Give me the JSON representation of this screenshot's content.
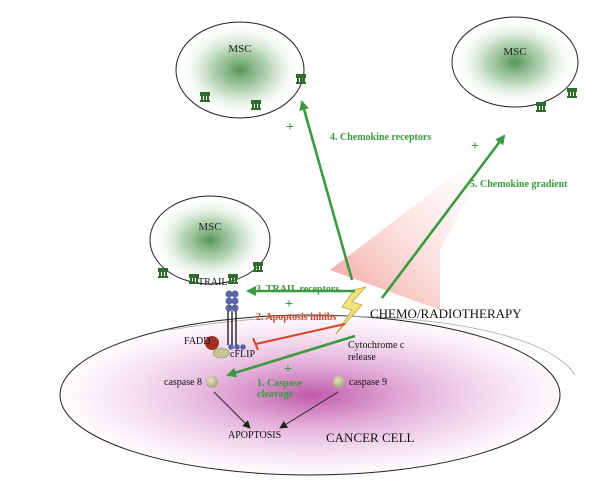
{
  "cells": {
    "msc_label": "MSC",
    "cancer_label": "CANCER CELL"
  },
  "labels": {
    "trail": "TRAIL",
    "fadd": "FADD",
    "cflip": "cFLIP",
    "caspase8": "caspase 8",
    "caspase9": "caspase 9",
    "cytochrome_line1": "Cytochrome c",
    "cytochrome_line2": "release",
    "apoptosis": "APOPTOSIS",
    "therapy": "CHEMO/RADIOTHERAPY"
  },
  "steps": {
    "step1_line1": "1. Caspase",
    "step1_line2": "cleavage",
    "step2": "2. Apoptosis inhibs",
    "step3": "3. TRAIL receptors",
    "step4": "4. Chemokine receptors",
    "step5": "5. Chemokine gradient"
  },
  "signs": {
    "plus": "+"
  },
  "colors": {
    "green": "#3a9a3e",
    "red": "#d9452b",
    "msc_core": "#4c8f4c",
    "cancer_tint": "#c25aa8",
    "receptor_blue": "#5b63a8",
    "fadd": "#a0302a",
    "cflip": "#c8c49a",
    "bolt": "#f2e37a"
  }
}
